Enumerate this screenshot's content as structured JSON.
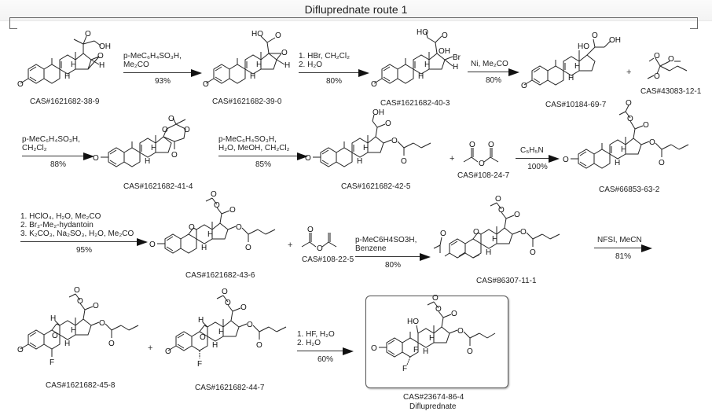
{
  "title": "Difluprednate route 1",
  "compounds": [
    {
      "id": "c1",
      "cas": "CAS#1621682-38-9",
      "labels": [
        "O",
        "OH",
        "O",
        "H",
        "H",
        "H",
        "O"
      ]
    },
    {
      "id": "c2",
      "cas": "CAS#1621682-39-0",
      "labels": [
        "HO",
        "O",
        "O",
        "H",
        "H",
        "H",
        "O"
      ]
    },
    {
      "id": "c3",
      "cas": "CAS#1621682-40-3",
      "labels": [
        "HO",
        "O",
        "OH",
        "Br",
        "H",
        "H",
        "H",
        "O"
      ]
    },
    {
      "id": "c4",
      "cas": "CAS#10184-69-7",
      "labels": [
        "HO",
        "O",
        "OH",
        "H",
        "H",
        "O"
      ]
    },
    {
      "id": "c5",
      "cas": "CAS#43083-12-1",
      "labels": [
        "O",
        "O",
        "O"
      ]
    },
    {
      "id": "c6",
      "cas": "CAS#1621682-41-4",
      "labels": [
        "O",
        "O",
        "O",
        "O",
        "H",
        "H",
        "O"
      ]
    },
    {
      "id": "c7",
      "cas": "CAS#1621682-42-5",
      "labels": [
        "OH",
        "O",
        "O",
        "O",
        "H",
        "H",
        "O"
      ]
    },
    {
      "id": "c8",
      "cas": "CAS#108-24-7",
      "labels": [
        "O",
        "O",
        "O"
      ]
    },
    {
      "id": "c9",
      "cas": "CAS#66853-63-2",
      "labels": [
        "O",
        "O",
        "O",
        "O",
        "O",
        "H",
        "H",
        "O"
      ]
    },
    {
      "id": "c10",
      "cas": "CAS#1621682-43-6",
      "labels": [
        "O",
        "O",
        "O",
        "O",
        "O",
        "O",
        "H",
        "H",
        "O"
      ]
    },
    {
      "id": "c11",
      "cas": "CAS#108-22-5",
      "labels": [
        "O",
        "O"
      ]
    },
    {
      "id": "c12",
      "cas": "CAS#86307-11-1",
      "labels": [
        "O",
        "O",
        "O",
        "O",
        "O",
        "O",
        "O",
        "H",
        "H"
      ]
    },
    {
      "id": "c13",
      "cas": "CAS#1621682-45-8",
      "labels": [
        "O",
        "O",
        "O",
        "O",
        "O",
        "O",
        "H",
        "H",
        "H",
        "O",
        "F"
      ]
    },
    {
      "id": "c14",
      "cas": "CAS#1621682-44-7",
      "labels": [
        "O",
        "O",
        "O",
        "O",
        "O",
        "O",
        "H",
        "H",
        "H",
        "O",
        "F"
      ]
    },
    {
      "id": "c15",
      "cas": "CAS#23674-86-4",
      "name": "Difluprednate",
      "labels": [
        "O",
        "O",
        "O",
        "O",
        "O",
        "O",
        "HO",
        "F",
        "H",
        "H",
        "O",
        "F"
      ]
    }
  ],
  "reactions": [
    {
      "id": "r1",
      "conditions": [
        "p-MeC₆H₄SO₃H,",
        "Me₂CO"
      ],
      "yield": "93%"
    },
    {
      "id": "r2",
      "conditions": [
        "1. HBr, CH₂Cl₂",
        "2. H₂O"
      ],
      "yield": "80%"
    },
    {
      "id": "r3",
      "conditions": [
        "Ni, Me₂CO"
      ],
      "yield": "80%"
    },
    {
      "id": "r4",
      "conditions": [
        "p-MeC₆H₄SO₃H,",
        "CH₂Cl₂"
      ],
      "yield": "88%"
    },
    {
      "id": "r5",
      "conditions": [
        "p-MeC₆H₄SO₃H,",
        "H₂O, MeOH, CH₂Cl₂"
      ],
      "yield": "85%"
    },
    {
      "id": "r6",
      "conditions": [
        "C₅H₅N"
      ],
      "yield": "100%"
    },
    {
      "id": "r7",
      "conditions": [
        "1. HClO₄, H₂O, Me₂CO",
        "2. Br₂-Me₂-hydantoin",
        "3. K₂CO₃, Na₂SO₃, H₂O, Me₂CO"
      ],
      "yield": "95%"
    },
    {
      "id": "r8",
      "conditions": [
        "p-MeC6H4SO3H,",
        "Benzene"
      ],
      "yield": "80%"
    },
    {
      "id": "r9",
      "conditions": [
        "NFSI, MeCN"
      ],
      "yield": "81%"
    },
    {
      "id": "r10",
      "conditions": [
        "1. HF, H₂O",
        "2. H₂O"
      ],
      "yield": "60%"
    }
  ],
  "plus_sign": "+"
}
